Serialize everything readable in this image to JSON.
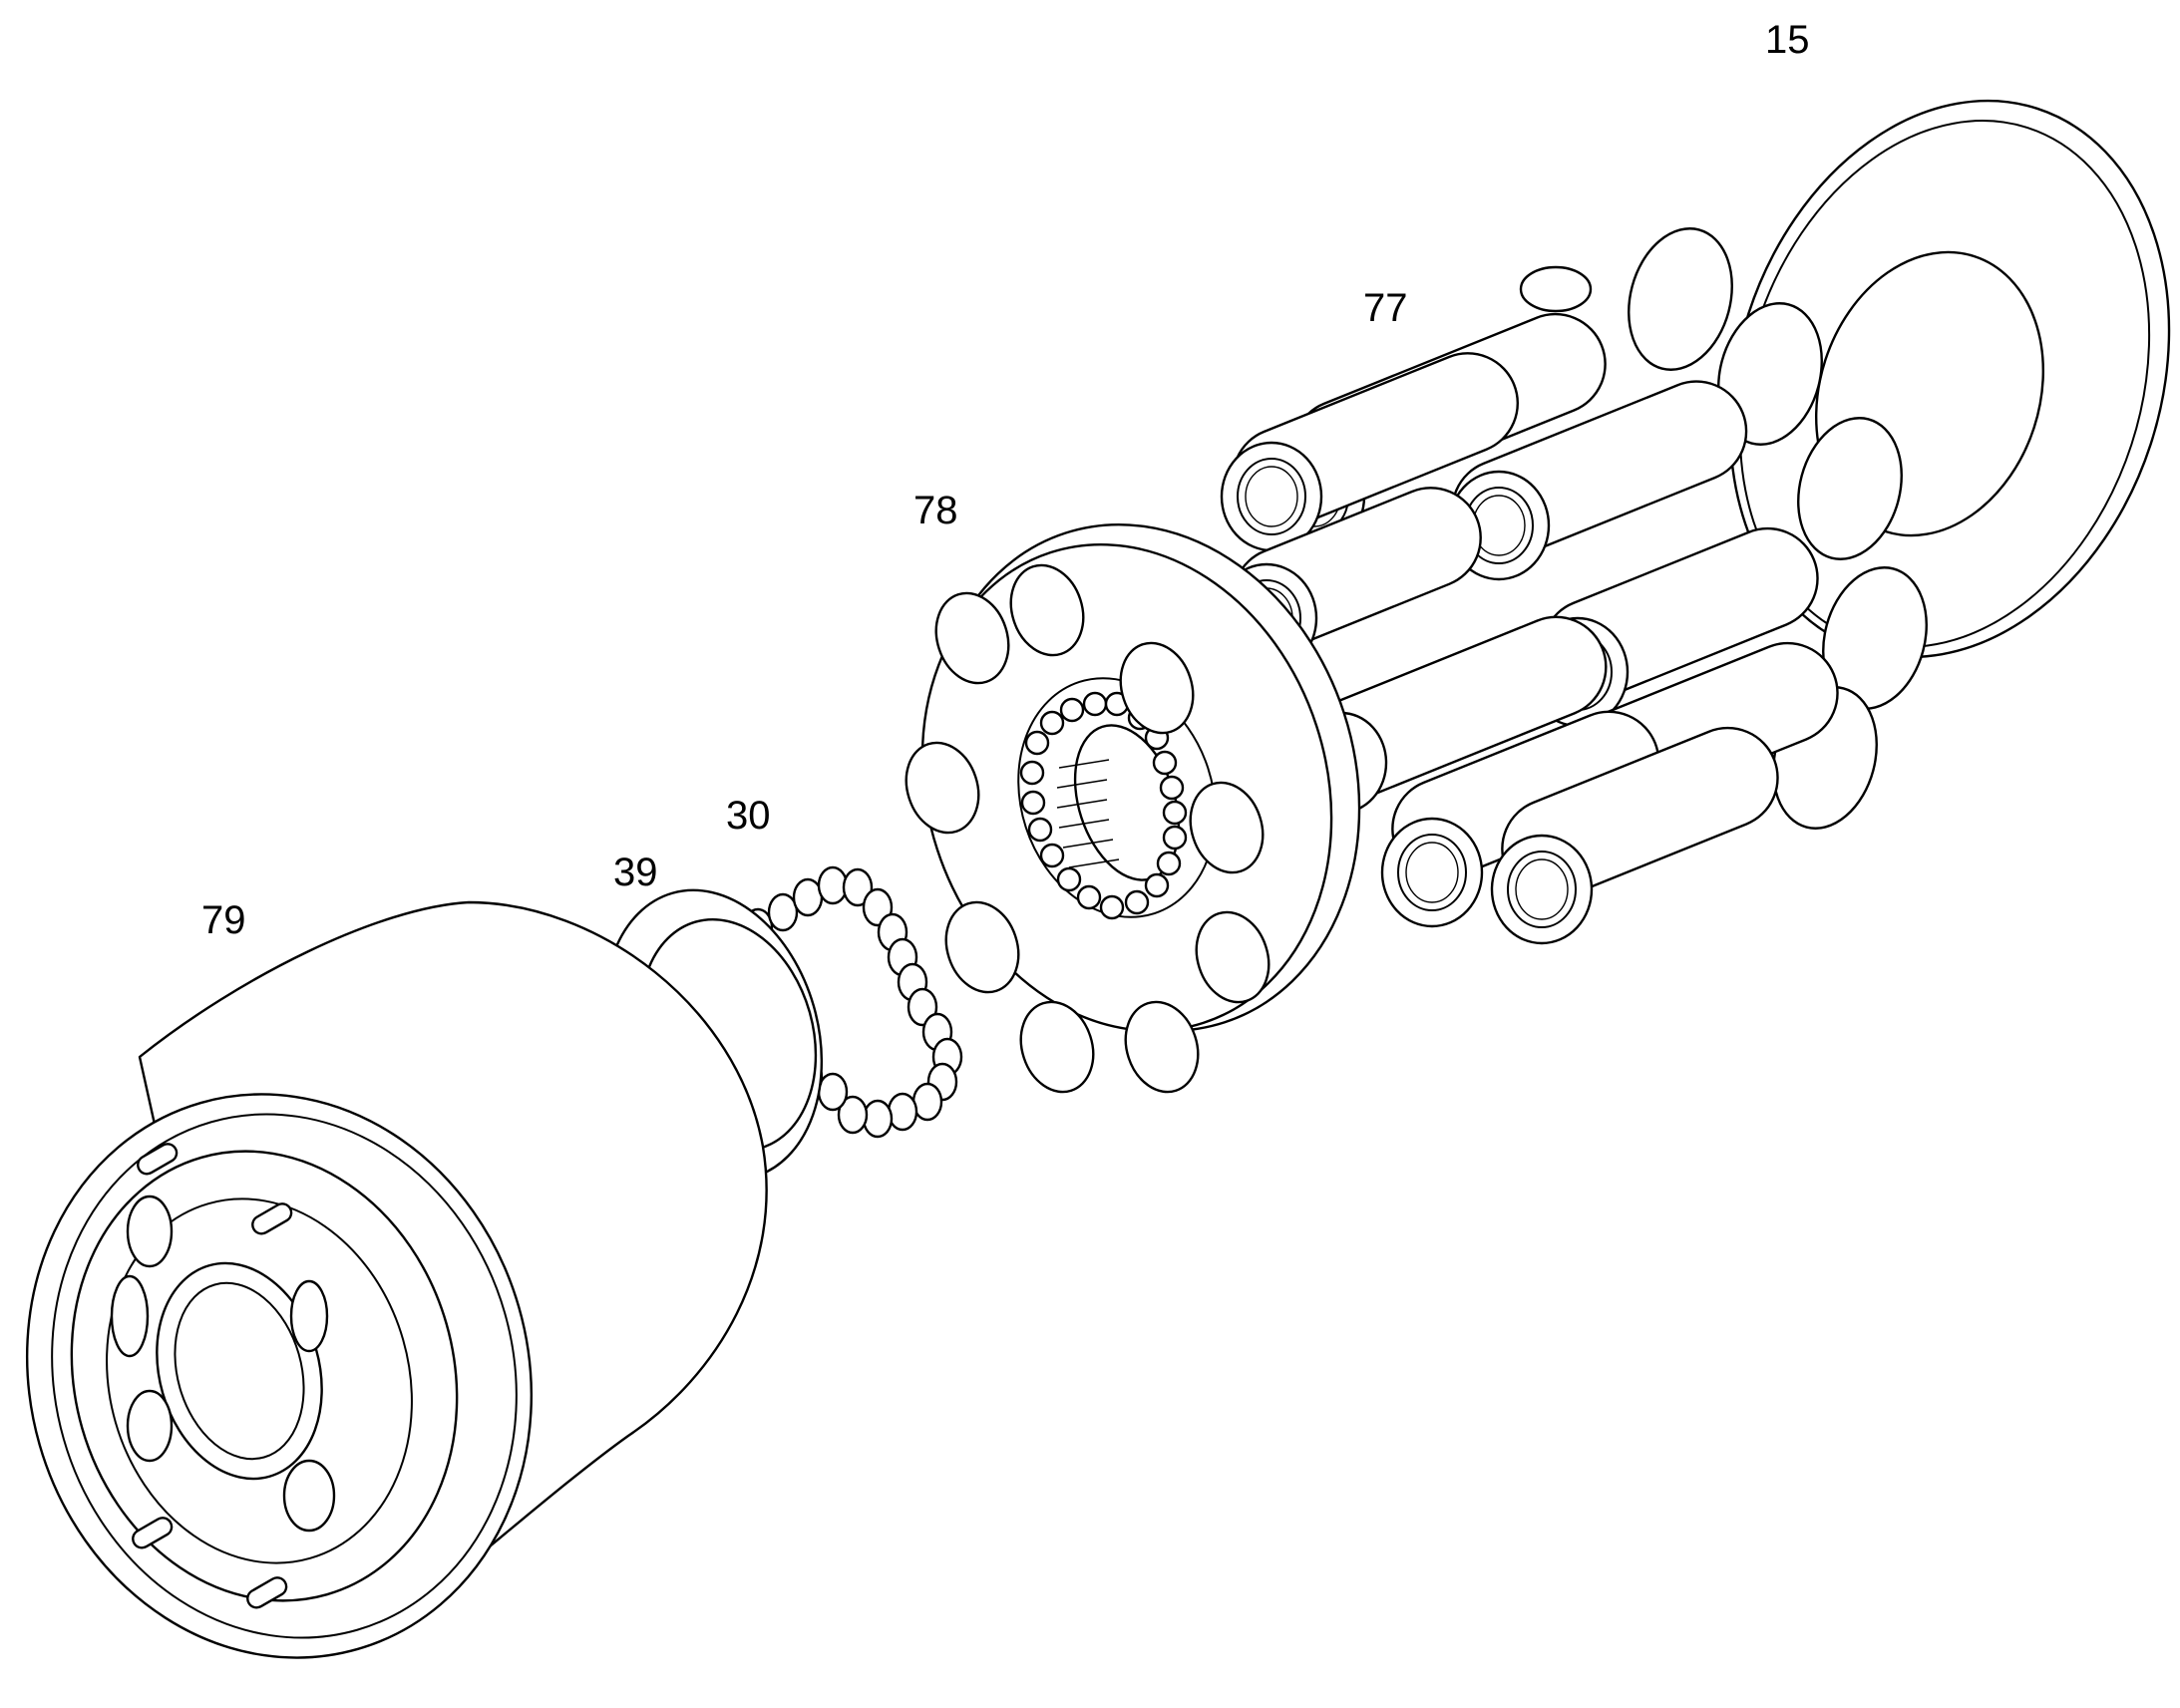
{
  "callouts": {
    "part_15": "15",
    "part_77": "77",
    "part_78": "78",
    "part_30": "30",
    "part_39": "39",
    "part_79": "79"
  },
  "colors": {
    "line": "#000000",
    "background": "#ffffff"
  }
}
